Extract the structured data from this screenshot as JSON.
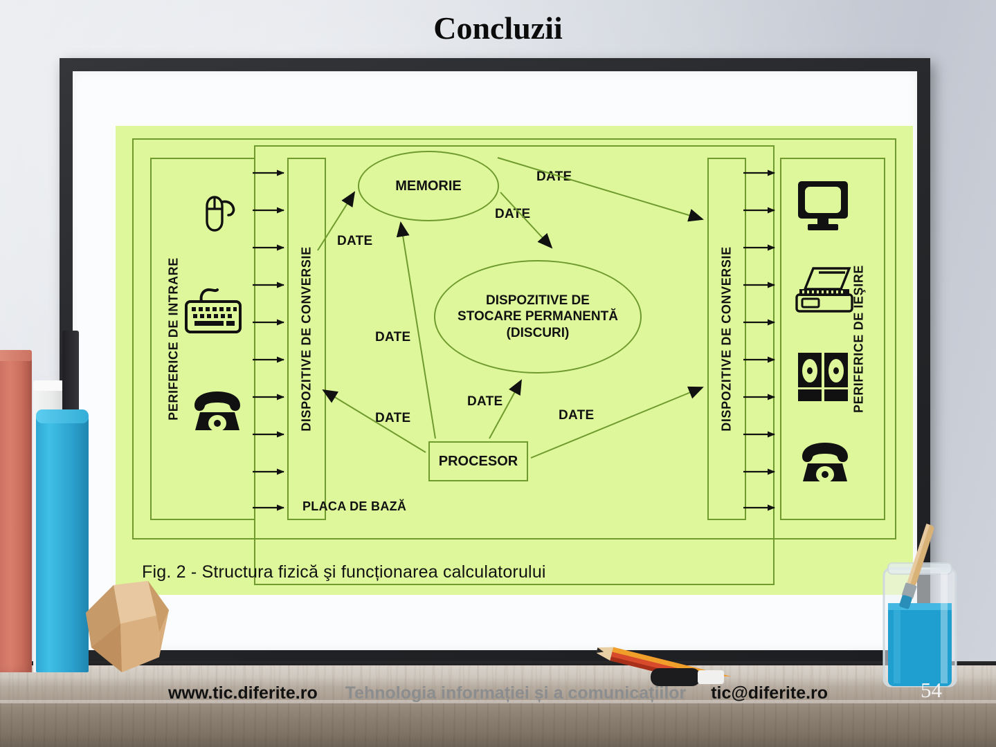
{
  "slide": {
    "title": "Concluzii",
    "page_number": "54"
  },
  "footer": {
    "website": "www.tic.diferite.ro",
    "subject": "Tehnologia informației și a comunicațiilor",
    "email": "tic@diferite.ro"
  },
  "diagram": {
    "caption": "Fig. 2 - Structura fizică şi funcționarea calculatorului",
    "motherboard_label": "PLACA DE BAZĂ",
    "input_peripherals_label": "PERIFERICE DE INTRARE",
    "output_peripherals_label": "PERIFERICE DE IEŞIRE",
    "conversion_left_label": "DISPOZITIVE DE CONVERSIE",
    "conversion_right_label": "DISPOZITIVE DE CONVERSIE",
    "memory_label": "MEMORIE",
    "storage_label": "DISPOZITIVE DE\nSTOCARE PERMANENTĂ\n(DISCURI)",
    "storage_line1": "DISPOZITIVE DE",
    "storage_line2": "STOCARE PERMANENTĂ",
    "storage_line3": "(DISCURI)",
    "processor_label": "PROCESOR",
    "data_label": "DATE",
    "data_labels": [
      "DATE",
      "DATE",
      "DATE",
      "DATE",
      "DATE",
      "DATE",
      "DATE",
      "DATE"
    ],
    "input_icons": [
      "mouse-icon",
      "keyboard-icon",
      "telephone-icon"
    ],
    "output_icons": [
      "monitor-icon",
      "printer-icon",
      "speakers-icon",
      "telephone-icon"
    ],
    "arrow_count_left": 10,
    "arrow_count_right": 10,
    "colors": {
      "background": "#ddf79a",
      "stroke": "#6f9a2e",
      "text": "#111111"
    }
  },
  "decor": {
    "frame_color": "#26282b",
    "mat_color": "#fbfcfd",
    "books": [
      "red-book",
      "white-book",
      "blue-book",
      "black-book"
    ],
    "objects": [
      "wooden-polyhedron",
      "pencil",
      "marker",
      "glass-jar",
      "paintbrush"
    ]
  }
}
